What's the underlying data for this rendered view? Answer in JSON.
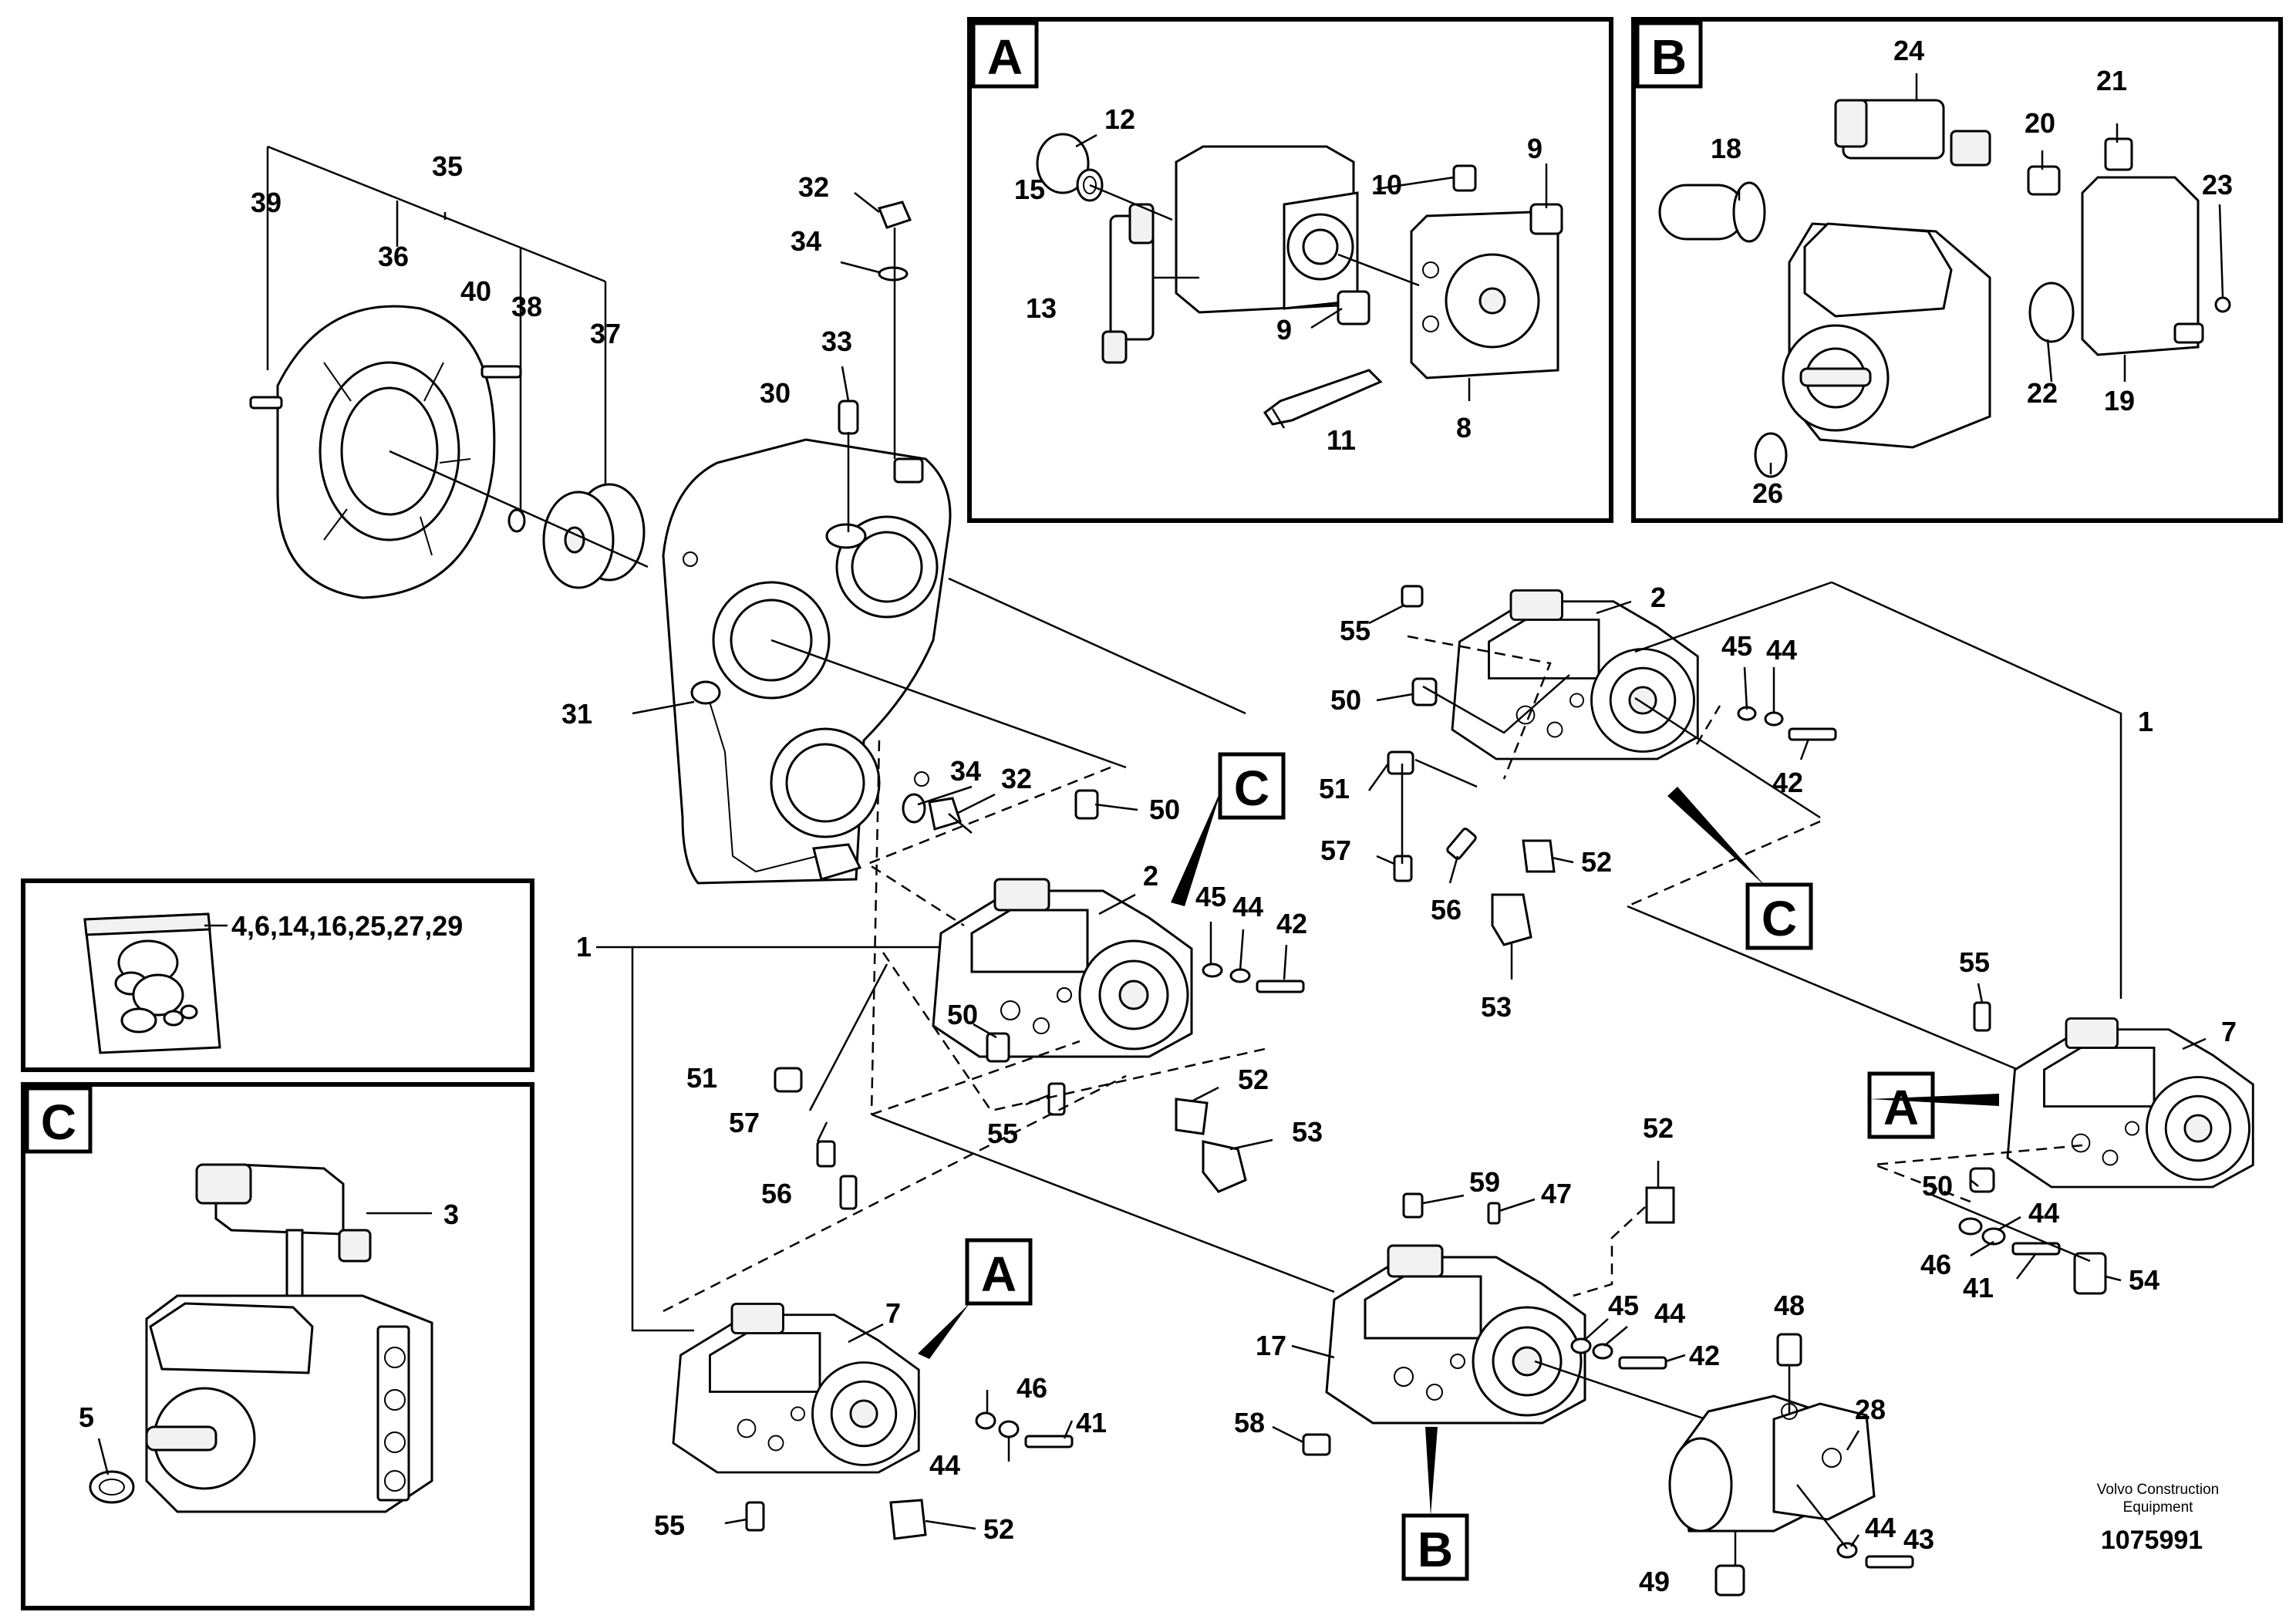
{
  "tags": {
    "detail_a": "A",
    "detail_b": "B",
    "detail_c": "C"
  },
  "callouts": {
    "n1_left": "1",
    "n1_right": "1",
    "n2_center": "2",
    "n2_top": "2",
    "n3": "3",
    "n5": "5",
    "n7_bottom": "7",
    "n7_right": "7",
    "n8": "8",
    "n9_a": "9",
    "n9_b": "9",
    "n10": "10",
    "n11": "11",
    "n12": "12",
    "n13": "13",
    "n15": "15",
    "n17": "17",
    "n18": "18",
    "n19": "19",
    "n20": "20",
    "n21": "21",
    "n22": "22",
    "n23": "23",
    "n24": "24",
    "n26": "26",
    "n28": "28",
    "n30": "30",
    "n31": "31",
    "n32_top": "32",
    "n32_mid": "32",
    "n33": "33",
    "n34_top": "34",
    "n34_mid": "34",
    "n35": "35",
    "n36": "36",
    "n37": "37",
    "n38": "38",
    "n39": "39",
    "n40": "40",
    "n41_bottom": "41",
    "n41_right": "41",
    "n42_center": "42",
    "n42_top": "42",
    "n42_bottom": "42",
    "n43": "43",
    "n44_center": "44",
    "n44_top": "44",
    "n44_b7": "44",
    "n44_b17": "44",
    "n44_right": "44",
    "n44_pump28": "44",
    "n45_center": "45",
    "n45_top": "45",
    "n45_b17": "45",
    "n46_bottom": "46",
    "n46_right": "46",
    "n47": "47",
    "n48": "48",
    "n49": "49",
    "n50_center_top": "50",
    "n50_center_bottom": "50",
    "n50_top": "50",
    "n50_right": "50",
    "n51_center": "51",
    "n51_top": "51",
    "n52_center": "52",
    "n52_top": "52",
    "n52_b7": "52",
    "n52_b17": "52",
    "n53_center": "53",
    "n53_top": "53",
    "n54": "54",
    "n55_center": "55",
    "n55_top": "55",
    "n55_b7": "55",
    "n55_right": "55",
    "n56_center": "56",
    "n56_top": "56",
    "n57_center": "57",
    "n57_top": "57",
    "n58": "58",
    "n59": "59"
  },
  "kit": {
    "label": "4,6,14,16,25,27,29"
  },
  "footer": {
    "credit_line1": "Volvo Construction",
    "credit_line2": "Equipment",
    "doc_number": "1075991"
  }
}
